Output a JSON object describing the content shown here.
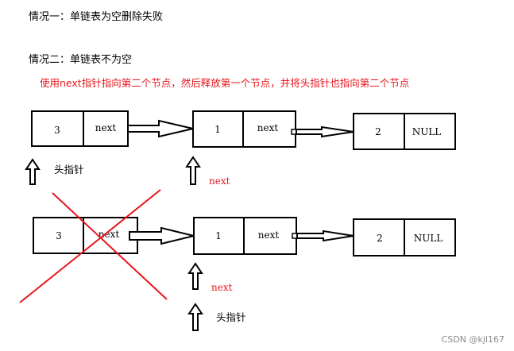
{
  "headings": {
    "case1": "情况一：单链表为空删除失败",
    "case2": "情况二：单链表不为空"
  },
  "explanation": "使用next指针指向第二个节点，然后释放第一个节点，并将头指针也指向第二个节点",
  "before": {
    "nodes": [
      {
        "value": "3",
        "next": "next"
      },
      {
        "value": "1",
        "next": "next"
      },
      {
        "value": "2",
        "next": "NULL"
      }
    ],
    "head_label": "头指针",
    "next_label": "next"
  },
  "after": {
    "nodes": [
      {
        "value": "3",
        "next": "next"
      },
      {
        "value": "1",
        "next": "next"
      },
      {
        "value": "2",
        "next": "NULL"
      }
    ],
    "next_label": "next",
    "head_label": "头指针",
    "deleted_node_index": 0
  },
  "watermark": "CSDN @kjl167",
  "colors": {
    "highlight": "#e8141b",
    "stroke": "#000000"
  }
}
